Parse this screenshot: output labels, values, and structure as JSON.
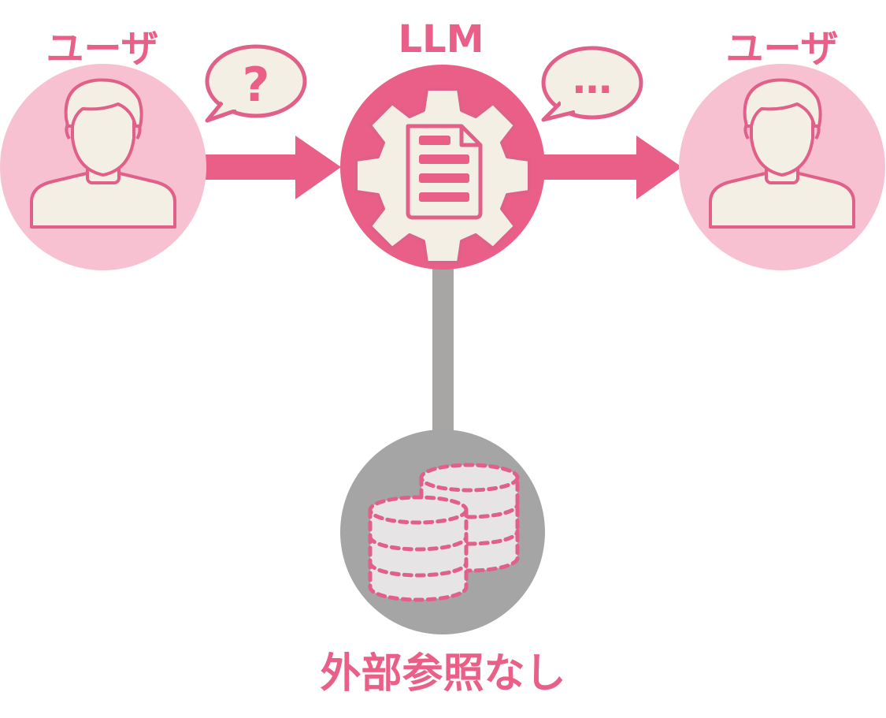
{
  "colors": {
    "pink": "#E95F88",
    "light_pink": "#F7C1D1",
    "cream": "#F4EFE4",
    "gray": "#A8A5A5",
    "dark_gray": "#A5A5A5",
    "db_fill": "#E6E4E5"
  },
  "labels": {
    "user_left": "ユーザ",
    "llm": "LLM",
    "user_right": "ユーザ",
    "no_external": "外部参照なし"
  },
  "bubbles": {
    "question": "?",
    "answer": "…"
  },
  "icons": {
    "user_left": "user-icon",
    "llm": "gear-document-icon",
    "user_right": "user-icon",
    "database": "database-icon"
  }
}
